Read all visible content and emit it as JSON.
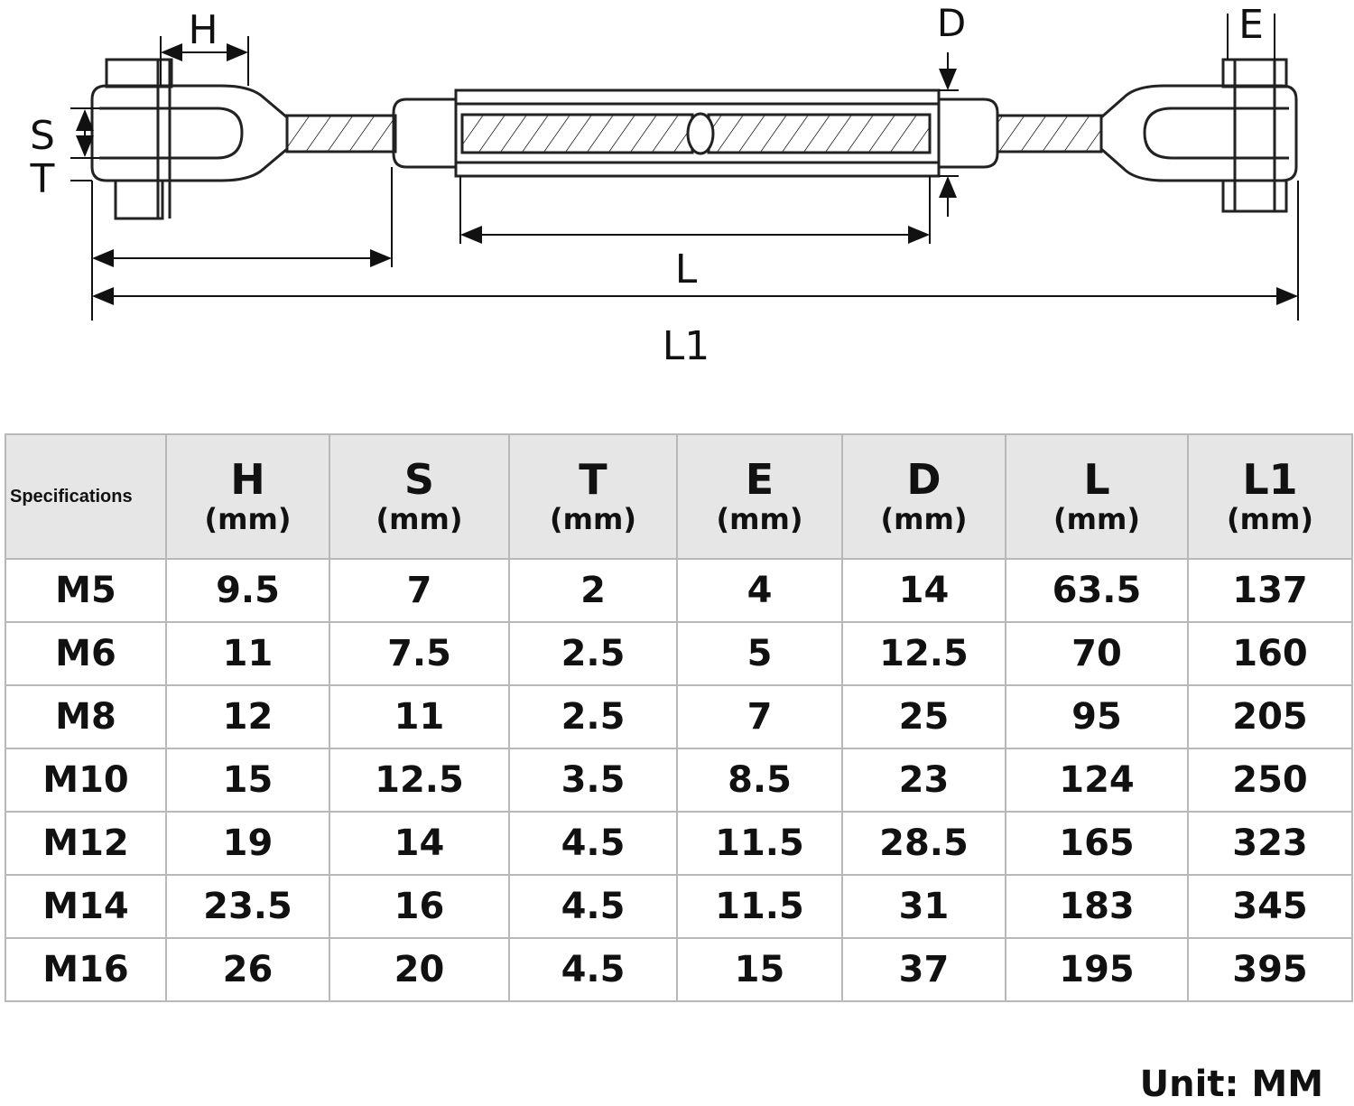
{
  "diagram": {
    "labels": {
      "H": "H",
      "S": "S",
      "T": "T",
      "D": "D",
      "E": "E",
      "L": "L",
      "L1": "L1"
    }
  },
  "table": {
    "corner_label": "Specifications",
    "columns": [
      {
        "symbol": "H",
        "unit": "(mm)"
      },
      {
        "symbol": "S",
        "unit": "(mm)"
      },
      {
        "symbol": "T",
        "unit": "(mm)"
      },
      {
        "symbol": "E",
        "unit": "(mm)"
      },
      {
        "symbol": "D",
        "unit": "(mm)"
      },
      {
        "symbol": "L",
        "unit": "(mm)"
      },
      {
        "symbol": "L1",
        "unit": "(mm)"
      }
    ],
    "rows": [
      {
        "spec": "M5",
        "values": [
          "9.5",
          "7",
          "2",
          "4",
          "14",
          "63.5",
          "137"
        ]
      },
      {
        "spec": "M6",
        "values": [
          "11",
          "7.5",
          "2.5",
          "5",
          "12.5",
          "70",
          "160"
        ]
      },
      {
        "spec": "M8",
        "values": [
          "12",
          "11",
          "2.5",
          "7",
          "25",
          "95",
          "205"
        ]
      },
      {
        "spec": "M10",
        "values": [
          "15",
          "12.5",
          "3.5",
          "8.5",
          "23",
          "124",
          "250"
        ]
      },
      {
        "spec": "M12",
        "values": [
          "19",
          "14",
          "4.5",
          "11.5",
          "28.5",
          "165",
          "323"
        ]
      },
      {
        "spec": "M14",
        "values": [
          "23.5",
          "16",
          "4.5",
          "11.5",
          "31",
          "183",
          "345"
        ]
      },
      {
        "spec": "M16",
        "values": [
          "26",
          "20",
          "4.5",
          "15",
          "37",
          "195",
          "395"
        ]
      }
    ]
  },
  "unit_note": "Unit: MM"
}
